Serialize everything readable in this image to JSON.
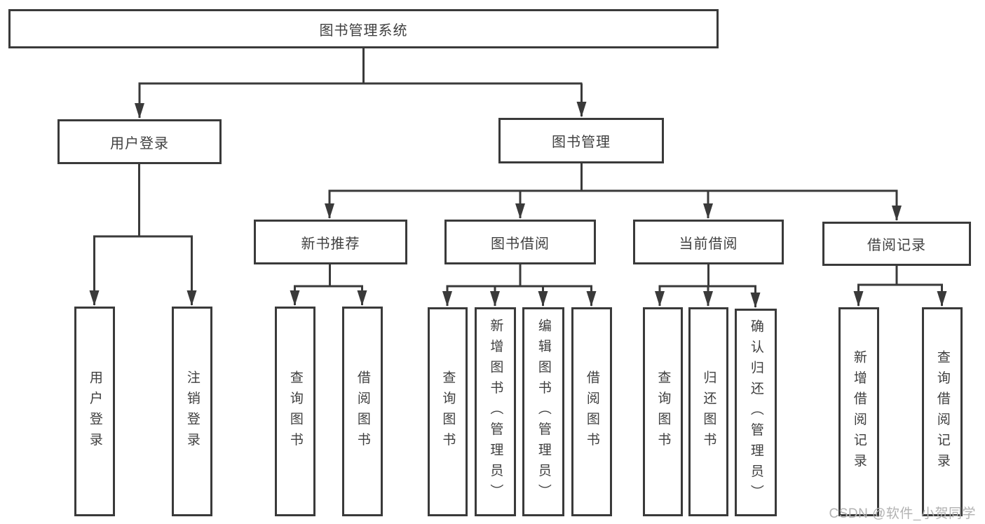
{
  "diagram": {
    "root": {
      "label": "图书管理系统"
    },
    "branches": [
      {
        "label": "用户登录",
        "children": [
          {
            "label": "用户登录"
          },
          {
            "label": "注销登录"
          }
        ]
      },
      {
        "label": "图书管理",
        "children": [
          {
            "label": "新书推荐",
            "children": [
              {
                "label": "查询图书"
              },
              {
                "label": "借阅图书"
              }
            ]
          },
          {
            "label": "图书借阅",
            "children": [
              {
                "label": "查询图书"
              },
              {
                "label": "新增图书（管理员）"
              },
              {
                "label": "编辑图书（管理员）"
              },
              {
                "label": "借阅图书"
              }
            ]
          },
          {
            "label": "当前借阅",
            "children": [
              {
                "label": "查询图书"
              },
              {
                "label": "归还图书"
              },
              {
                "label": "确认归还（管理员）"
              }
            ]
          },
          {
            "label": "借阅记录",
            "children": [
              {
                "label": "新增借阅记录"
              },
              {
                "label": "查询借阅记录"
              }
            ]
          }
        ]
      }
    ]
  },
  "watermark": {
    "text": "CSDN @软件_小贺同学"
  },
  "colors": {
    "line": "#3a3a3a",
    "box_border": "#3a3a3a",
    "text": "#3f3f3f",
    "watermark": "#b2b2b2",
    "background": "#ffffff"
  }
}
